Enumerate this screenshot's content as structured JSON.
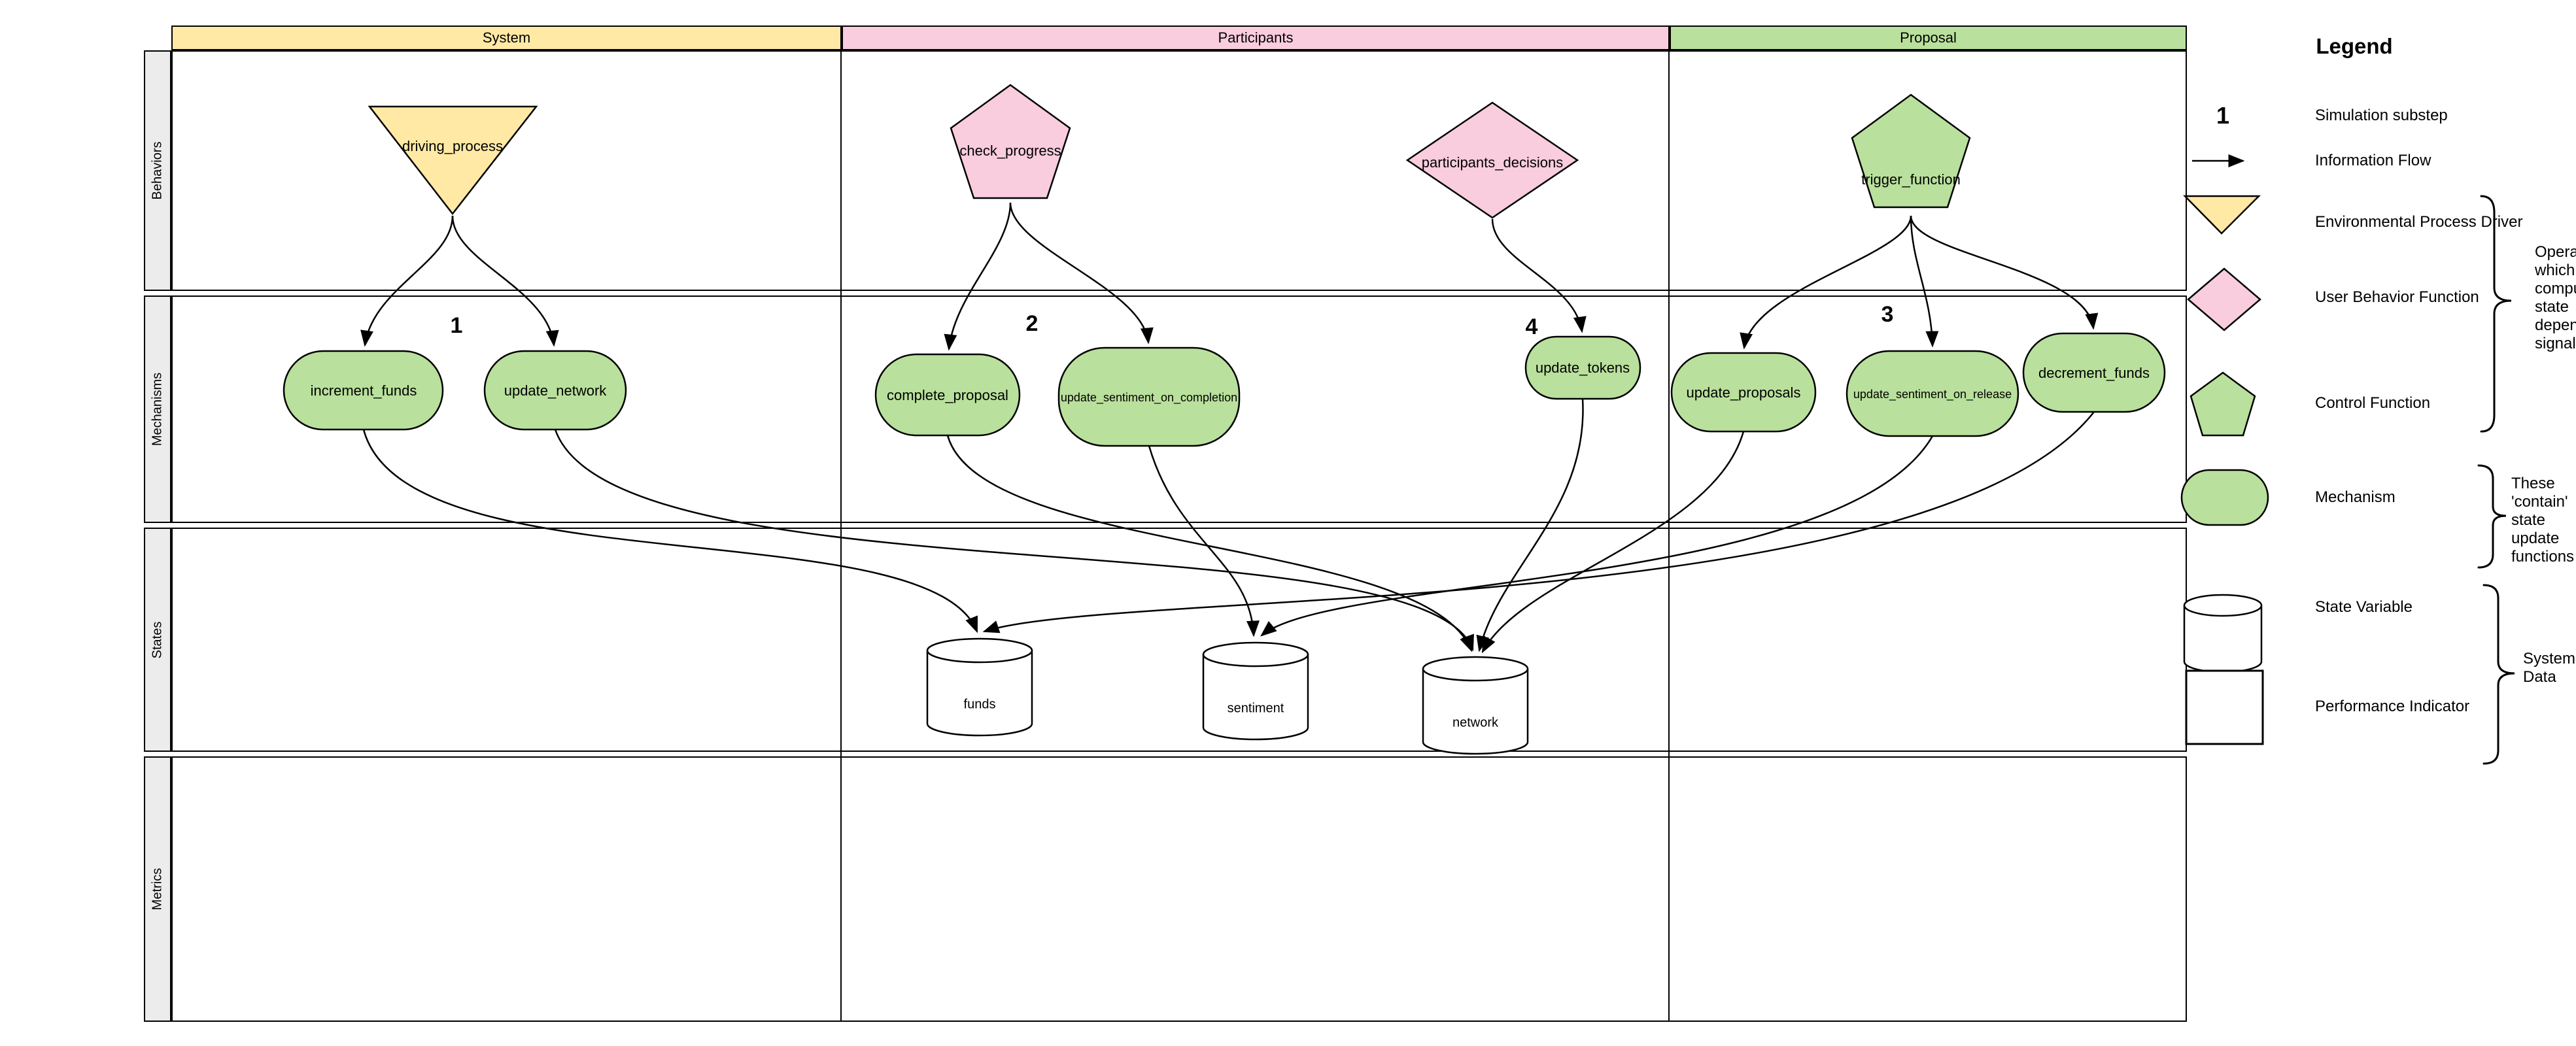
{
  "columns": {
    "system": "System",
    "participants": "Participants",
    "proposal": "Proposal"
  },
  "rows": {
    "behaviors": "Behaviors",
    "mechanisms": "Mechanisms",
    "states": "States",
    "metrics": "Metrics"
  },
  "nodes": {
    "driving_process": "driving_process",
    "check_progress": "check_progress",
    "participants_decisions": "participants_decisions",
    "trigger_function": "trigger_function",
    "increment_funds": "increment_funds",
    "update_network": "update_network",
    "complete_proposal": "complete_proposal",
    "update_sentiment_on_completion": "update_sentiment_on_completion",
    "update_tokens": "update_tokens",
    "update_proposals": "update_proposals",
    "update_sentiment_on_release": "update_sentiment_on_release",
    "decrement_funds": "decrement_funds",
    "funds": "funds",
    "sentiment": "sentiment",
    "network": "network"
  },
  "substeps": {
    "system": "1",
    "participants_progress": "2",
    "proposal": "3",
    "participants_decisions": "4"
  },
  "legend": {
    "title": "Legend",
    "substep_symbol": "1",
    "items": {
      "simulation_substep": "Simulation substep",
      "information_flow": "Information Flow",
      "environmental_process_driver": "Environmental Process Driver",
      "user_behavior_function": "User Behavior Function",
      "control_function": "Control Function",
      "mechanism": "Mechanism",
      "state_variable": "State Variable",
      "performance_indicator": "Performance Indicator"
    },
    "annotations": {
      "operators": [
        "Operators",
        "which",
        "compute",
        "state",
        "dependent",
        "signals"
      ],
      "contain": [
        "These",
        "'contain'",
        "state",
        "update",
        "functions"
      ],
      "system_data": [
        "System",
        "Data"
      ]
    }
  },
  "colors": {
    "yellow": "#FFE9A5",
    "pink": "#F9CCDE",
    "green": "#B9E09C",
    "row_label_bg": "#ECECEC",
    "line": "#000000"
  }
}
